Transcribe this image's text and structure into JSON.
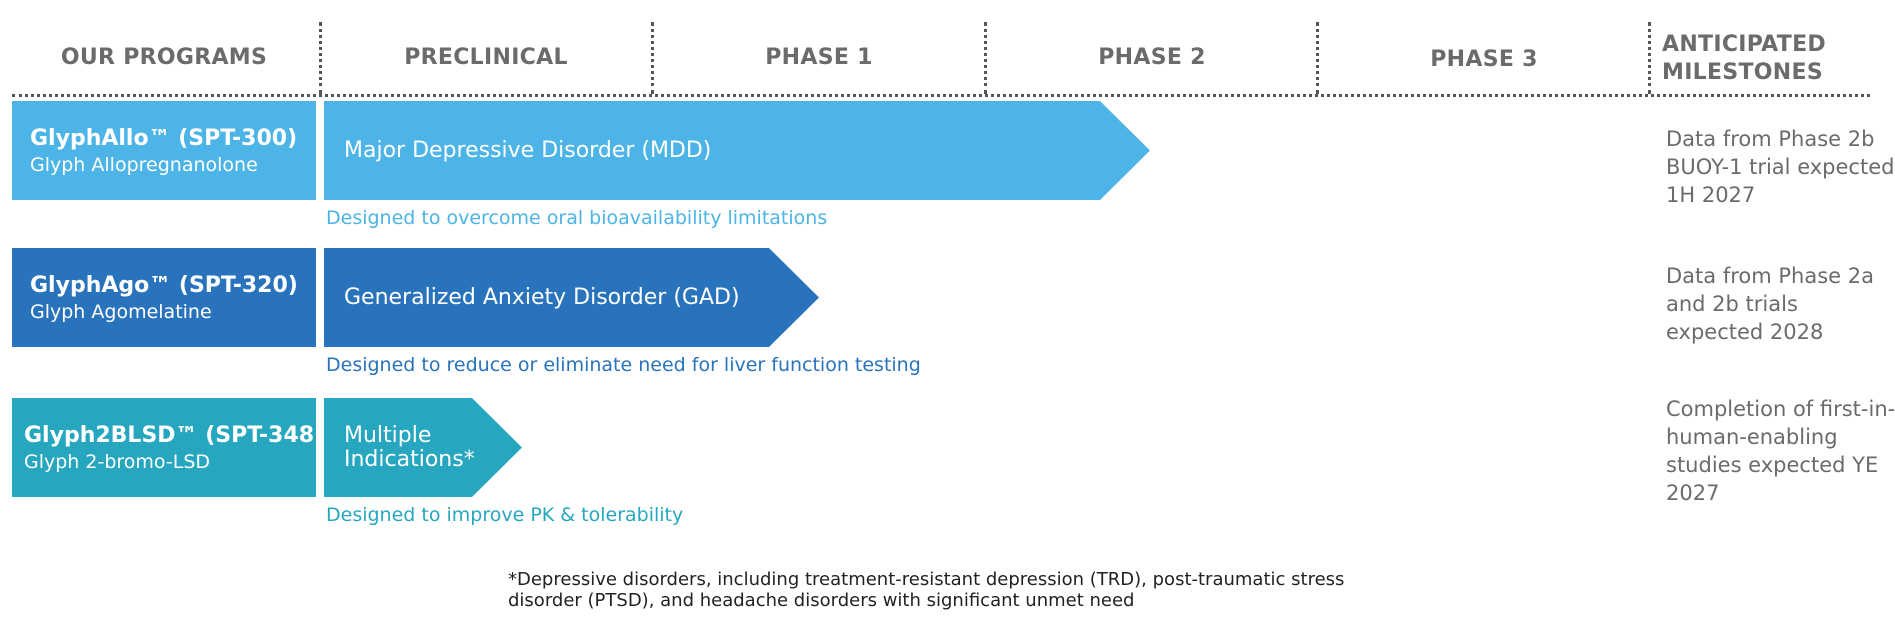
{
  "headers": {
    "programs": "OUR PROGRAMS",
    "preclinical": "PRECLINICAL",
    "phase1": "PHASE 1",
    "phase2": "PHASE 2",
    "phase3": "PHASE 3",
    "milestones_line1": "ANTICIPATED",
    "milestones_line2": "MILESTONES"
  },
  "programs": [
    {
      "name": "GlyphAllo™ (SPT-300)",
      "subtitle": "Glyph Allopregnanolone",
      "indication": "Major Depressive Disorder (MDD)",
      "note": "Designed to overcome oral bioavailability limitations",
      "milestone": "Data from Phase 2b BUOY-1 trial expected 1H 2027",
      "color": "#4cb4e6"
    },
    {
      "name": "GlyphAgo™ (SPT-320)",
      "subtitle": "Glyph Agomelatine",
      "indication": "Generalized Anxiety Disorder (GAD)",
      "note": "Designed to reduce or eliminate need for liver function testing",
      "milestone": "Data from Phase 2a and 2b trials expected 2028",
      "color": "#2873bc"
    },
    {
      "name": "Glyph2BLSD™ (SPT-348)",
      "subtitle": "Glyph 2-bromo-LSD",
      "indication_line1": "Multiple",
      "indication_line2": "Indications*",
      "note": "Designed to improve PK & tolerability",
      "milestone": "Completion of first-in-human-enabling studies expected YE 2027",
      "color": "#26a7bf"
    }
  ],
  "footnote": "*Depressive disorders, including treatment-resistant depression (TRD), post-traumatic stress disorder (PTSD), and headache disorders with significant unmet need"
}
